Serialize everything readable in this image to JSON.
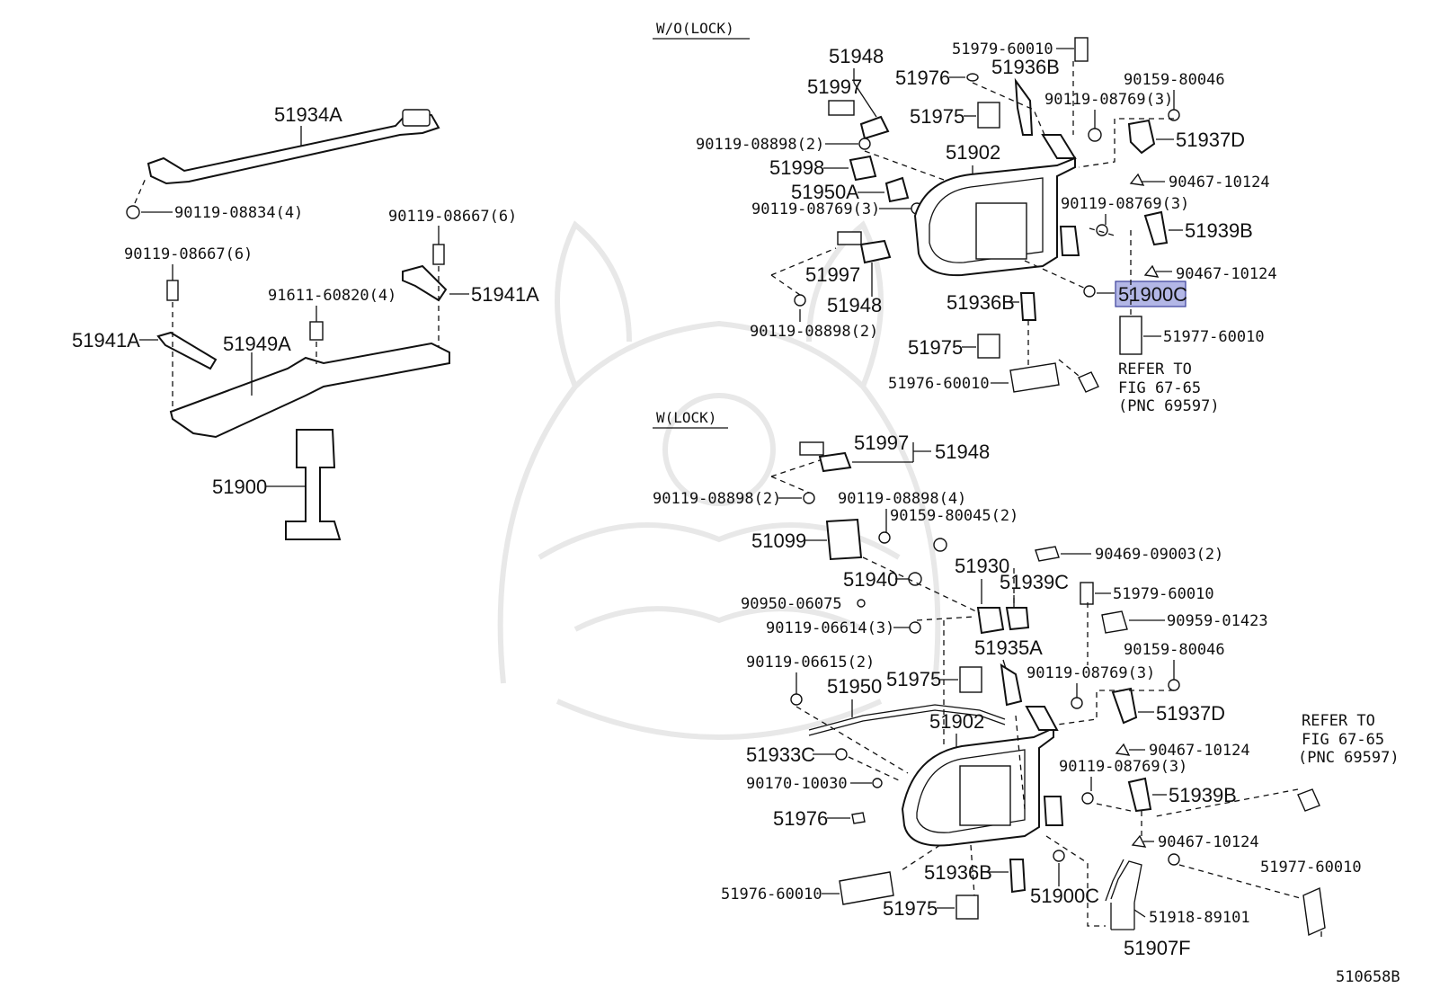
{
  "diagram": {
    "figure_id": "510658B",
    "sections": {
      "without_lock": "W/O(LOCK)",
      "with_lock": "W(LOCK)"
    },
    "refer_note": {
      "line1": "REFER TO",
      "line2": "FIG 67-65",
      "line3": "(PNC 69597)"
    },
    "highlight_color": "#b3b7e6",
    "left": {
      "p51934A": "51934A",
      "p90119_08834": "90119-08834(4)",
      "p90119_08667a": "90119-08667(6)",
      "p90119_08667b": "90119-08667(6)",
      "p91611_60820": "91611-60820(4)",
      "p51941A_r": "51941A",
      "p51941A_l": "51941A",
      "p51949A": "51949A",
      "p51900": "51900"
    },
    "top": {
      "p51979_60010": "51979-60010",
      "p51948_a": "51948",
      "p51976": "51976",
      "p51936B_a": "51936B",
      "p90159_80046": "90159-80046",
      "p51997_a": "51997",
      "p90119_08769_a": "90119-08769(3)",
      "p51975_a": "51975",
      "p51937D": "51937D",
      "p90119_08898_a": "90119-08898(2)",
      "p51902": "51902",
      "p51998": "51998",
      "p90467_10124_a": "90467-10124",
      "p51950A": "51950A",
      "p90119_08769_b": "90119-08769(3)",
      "p90119_08769_c": "90119-08769(3)",
      "p51939B": "51939B",
      "p51997_b": "51997",
      "p90467_10124_b": "90467-10124",
      "p51948_b": "51948",
      "p51900C": "51900C",
      "p51936B_b": "51936B",
      "p90119_08898_b": "90119-08898(2)",
      "p51977_60010": "51977-60010",
      "p51975_b": "51975",
      "p51976_60010": "51976-60010"
    },
    "bottom": {
      "p51997": "51997",
      "p51948": "51948",
      "p90119_08898_a": "90119-08898(2)",
      "p90119_08898_b": "90119-08898(4)",
      "p90159_80045": "90159-80045(2)",
      "p51099": "51099",
      "p51930": "51930",
      "p90469_09003": "90469-09003(2)",
      "p51940": "51940",
      "p51939C": "51939C",
      "p51979_60010": "51979-60010",
      "p90950_06075": "90950-06075",
      "p90959_01423": "90959-01423",
      "p90119_06614": "90119-06614(3)",
      "p51935A": "51935A",
      "p90159_80046": "90159-80046",
      "p90119_06615": "90119-06615(2)",
      "p51975_a": "51975",
      "p90119_08769_a": "90119-08769(3)",
      "p51950": "51950",
      "p51937D": "51937D",
      "p51902": "51902",
      "p51933C": "51933C",
      "p90467_10124_a": "90467-10124",
      "p90119_08769_b": "90119-08769(3)",
      "p90170_10030": "90170-10030",
      "p51939B": "51939B",
      "p51976": "51976",
      "p90467_10124_b": "90467-10124",
      "p51977_60010": "51977-60010",
      "p51936B": "51936B",
      "p51976_60010": "51976-60010",
      "p51900C": "51900C",
      "p51975_b": "51975",
      "p51918_89101": "51918-89101",
      "p51907F": "51907F"
    }
  }
}
